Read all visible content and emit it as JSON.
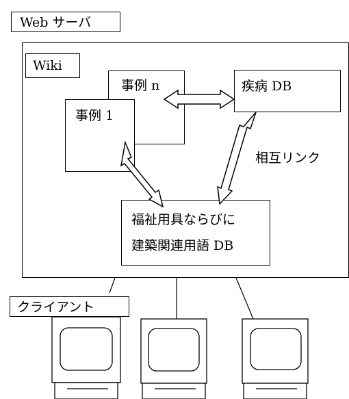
{
  "web_server": {
    "label": "Web サーバ"
  },
  "wiki": {
    "label": "Wiki"
  },
  "case_n": {
    "label": "事例 n"
  },
  "case_1": {
    "label": "事例 1"
  },
  "disease_db": {
    "label": "疾病 DB"
  },
  "welfare_db": {
    "line1": "福祉用具ならびに",
    "line2": "建築関連用語 DB"
  },
  "mutual_link": {
    "label": "相互リンク"
  },
  "client": {
    "label": "クライアント",
    "computer_count": 3
  }
}
